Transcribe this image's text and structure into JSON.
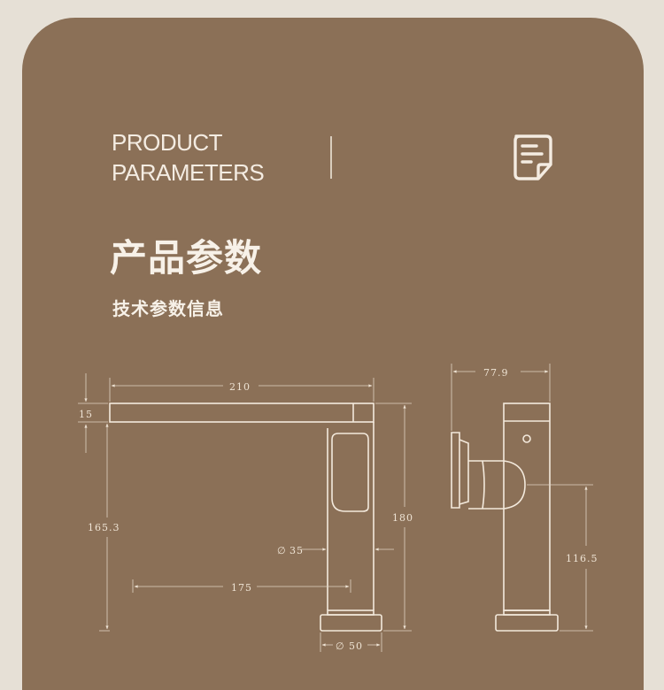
{
  "header": {
    "en_line1": "PRODUCT",
    "en_line2": "PARAMETERS",
    "cn_title": "产品参数",
    "cn_subtitle": "技术参数信息"
  },
  "colors": {
    "background": "#e6e0d6",
    "card": "#8b7057",
    "line": "#eee3d4",
    "text": "#f7f1e8"
  },
  "dimensions": {
    "spout_length": "210",
    "spout_thickness": "15",
    "spout_height": "165.3",
    "total_height": "180",
    "body_diameter": "35",
    "reach": "175",
    "base_diameter": "50",
    "side_depth": "77.9",
    "side_handle_height": "116.5",
    "diameter_symbol": "∅"
  }
}
